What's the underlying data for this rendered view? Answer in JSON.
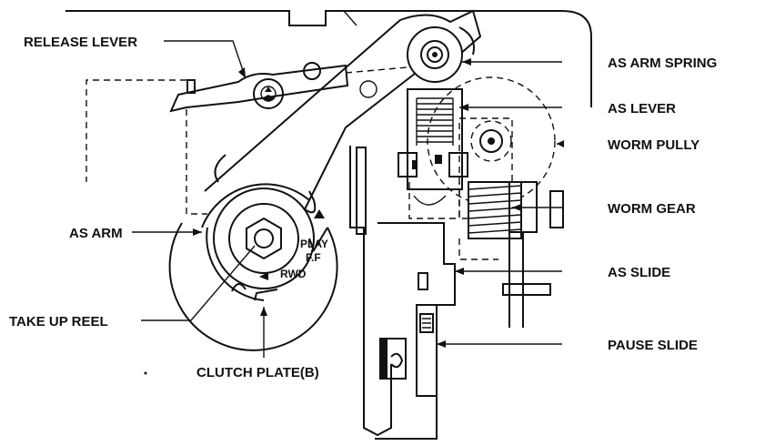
{
  "labels": {
    "release_lever": "RELEASE LEVER",
    "as_arm_spring": "AS ARM SPRING",
    "as_lever": "AS LEVER",
    "worm_pully": "WORM PULLY",
    "worm_gear": "WORM GEAR",
    "as_arm": "AS ARM",
    "as_slide": "AS SLIDE",
    "take_up_reel": "TAKE UP REEL",
    "pause_slide": "PAUSE SLIDE",
    "clutch_plate_b": "CLUTCH PLATE(B)",
    "play": "PLAY",
    "ff": "F.F",
    "rwd": "RWD"
  }
}
